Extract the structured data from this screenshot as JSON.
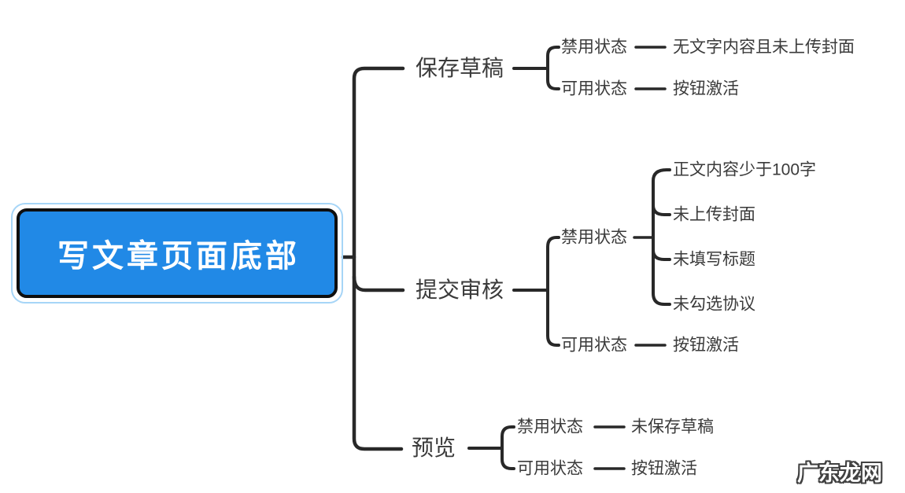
{
  "app": {
    "type": "mindmap"
  },
  "colors": {
    "root_fill": "#2189e6",
    "root_border": "#0e0e0e",
    "root_text": "#ffffff",
    "selection_highlight": "#a6d5f7",
    "line": "#282828",
    "text": "#3a3a3a",
    "background": "#ffffff"
  },
  "root": {
    "label": "写文章页面底部"
  },
  "branches": [
    {
      "label": "保存草稿",
      "children": [
        {
          "label": "禁用状态",
          "leaves": [
            "无文字内容且未上传封面"
          ]
        },
        {
          "label": "可用状态",
          "leaves": [
            "按钮激活"
          ]
        }
      ]
    },
    {
      "label": "提交审核",
      "children": [
        {
          "label": "禁用状态",
          "leaves": [
            "正文内容少于100字",
            "未上传封面",
            "未填写标题",
            "未勾选协议"
          ]
        },
        {
          "label": "可用状态",
          "leaves": [
            "按钮激活"
          ]
        }
      ]
    },
    {
      "label": "预览",
      "children": [
        {
          "label": "禁用状态",
          "leaves": [
            "未保存草稿"
          ]
        },
        {
          "label": "可用状态",
          "leaves": [
            "按钮激活"
          ]
        }
      ]
    }
  ],
  "watermark": {
    "text": "广东龙网"
  }
}
